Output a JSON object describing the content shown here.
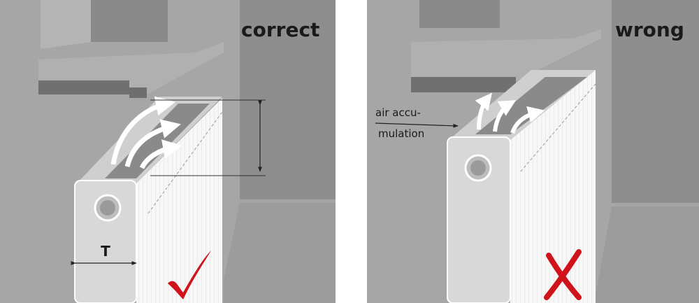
{
  "panels": [
    {
      "title": "correct",
      "dimension_label": "T",
      "verdict_icon": "check-mark-icon",
      "verdict_color": "#d0121b"
    },
    {
      "title": "wrong",
      "annotation_line1": "air accu-",
      "annotation_line2": "mulation",
      "verdict_icon": "cross-mark-icon",
      "verdict_color": "#d0121b"
    }
  ]
}
